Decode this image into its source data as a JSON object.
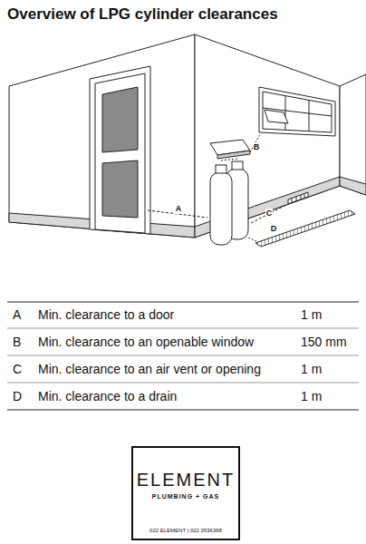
{
  "diagram": {
    "title": "Overview of LPG cylinder clearances",
    "nodes": [
      {
        "text": [
          "ELEMENT",
          "PLUMBING + GAS",
          "022 ELEMENT | 022 3536368"
        ]
      }
    ],
    "labels": [
      "A",
      "B",
      "C",
      "D",
      "A",
      "Min. clearance to a door",
      "1 m",
      "B",
      "Min. clearance to an openable window",
      "150 mm",
      "C",
      "Min. clearance to an air vent or opening",
      "1 m",
      "D",
      "Min. clearance to a drain",
      "1 m"
    ]
  }
}
